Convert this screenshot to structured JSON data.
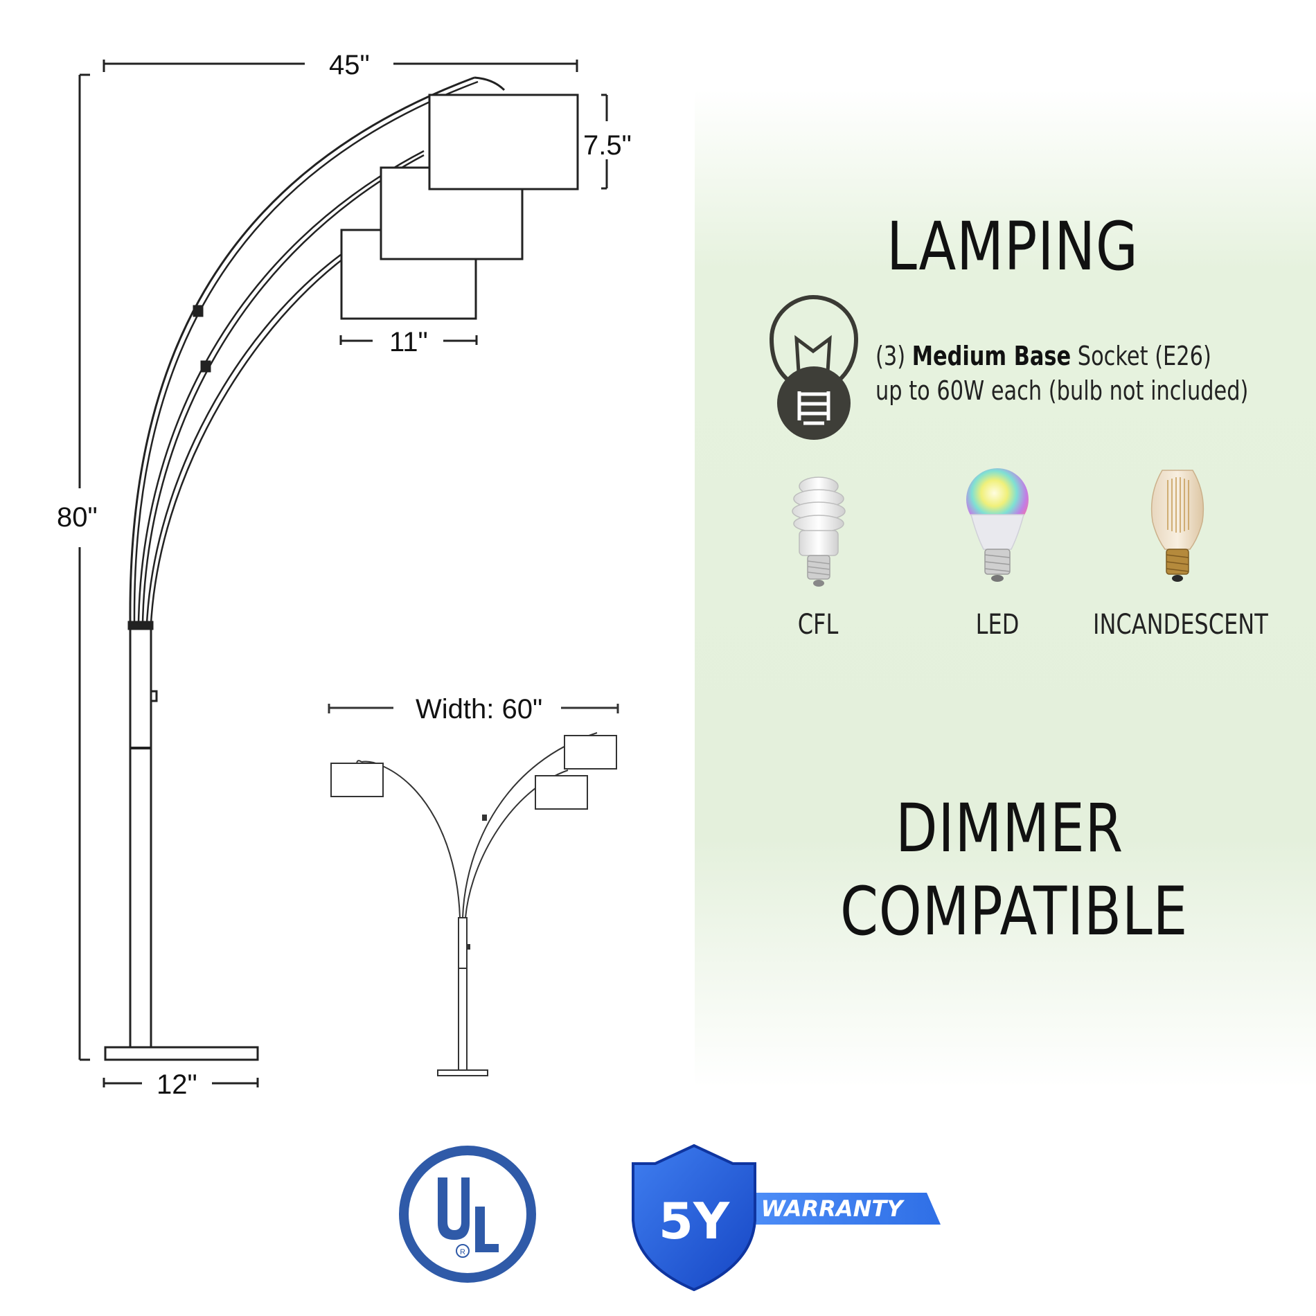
{
  "dimensions": {
    "width_top": "45\"",
    "shade_height": "7.5\"",
    "shade_width": "11\"",
    "height": "80\"",
    "base_width": "12\"",
    "spread_width": "Width: 60\""
  },
  "lamping": {
    "heading": "LAMPING",
    "spec_count": "(3)",
    "spec_base": "Medium Base",
    "spec_socket": "Socket (E26)",
    "spec_wattage": "up to 60W each (bulb not included)",
    "bulb_types": [
      {
        "label": "CFL",
        "icon": "cfl-bulb-icon"
      },
      {
        "label": "LED",
        "icon": "led-bulb-icon"
      },
      {
        "label": "INCANDESCENT",
        "icon": "incandescent-bulb-icon"
      }
    ]
  },
  "dimmer": {
    "line1": "DIMMER",
    "line2": "COMPATIBLE"
  },
  "badges": {
    "ul_logo": "UL",
    "warranty_years": "5Y",
    "warranty_label": "WARRANTY",
    "brand_blue": "#2f5aa8",
    "warranty_blue": "#1f4fd1"
  }
}
